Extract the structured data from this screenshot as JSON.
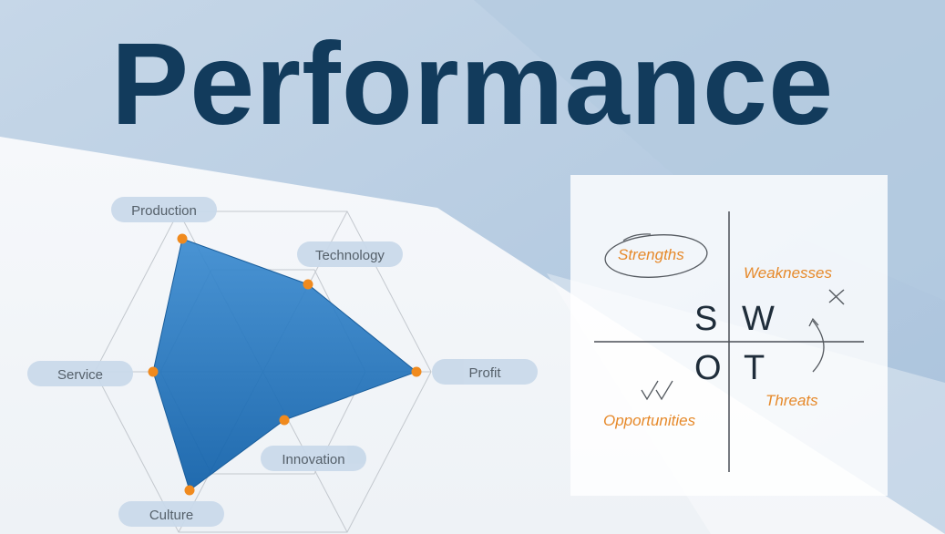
{
  "title": "Performance",
  "radar": {
    "axes": [
      "Production",
      "Technology",
      "Profit",
      "Innovation",
      "Culture",
      "Service"
    ]
  },
  "swot": {
    "letters": {
      "s": "S",
      "w": "W",
      "o": "O",
      "t": "T"
    },
    "strengths": "Strengths",
    "weaknesses": "Weaknesses",
    "opportunities": "Opportunities",
    "threats": "Threats"
  },
  "colors": {
    "title": "#123b5c",
    "radar_fill": "#1f6fb8",
    "radar_point": "#f08a1e",
    "swot_accent": "#e6892a"
  }
}
